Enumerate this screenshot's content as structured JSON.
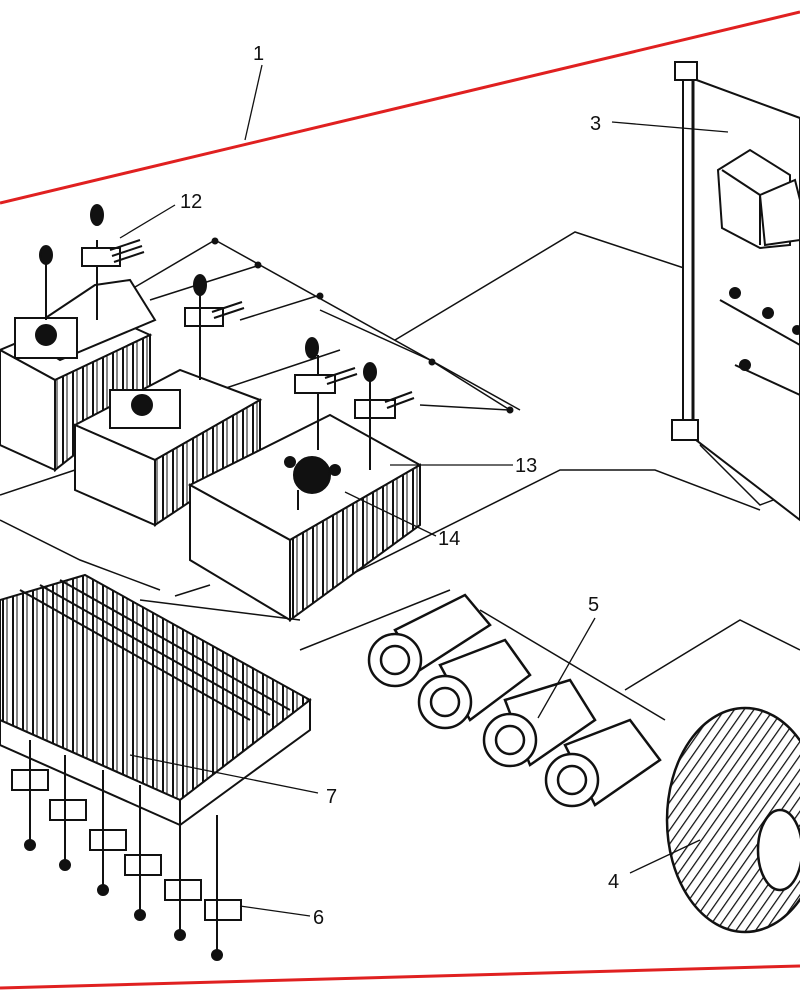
{
  "labels": {
    "l1": "1",
    "l3": "3",
    "l4": "4",
    "l5": "5",
    "l6": "6",
    "l7": "7",
    "l12": "12",
    "l13": "13",
    "l14": "14"
  },
  "colors": {
    "enclosure_outline": "#e02020",
    "line_art": "#111111",
    "background": "#ffffff"
  }
}
